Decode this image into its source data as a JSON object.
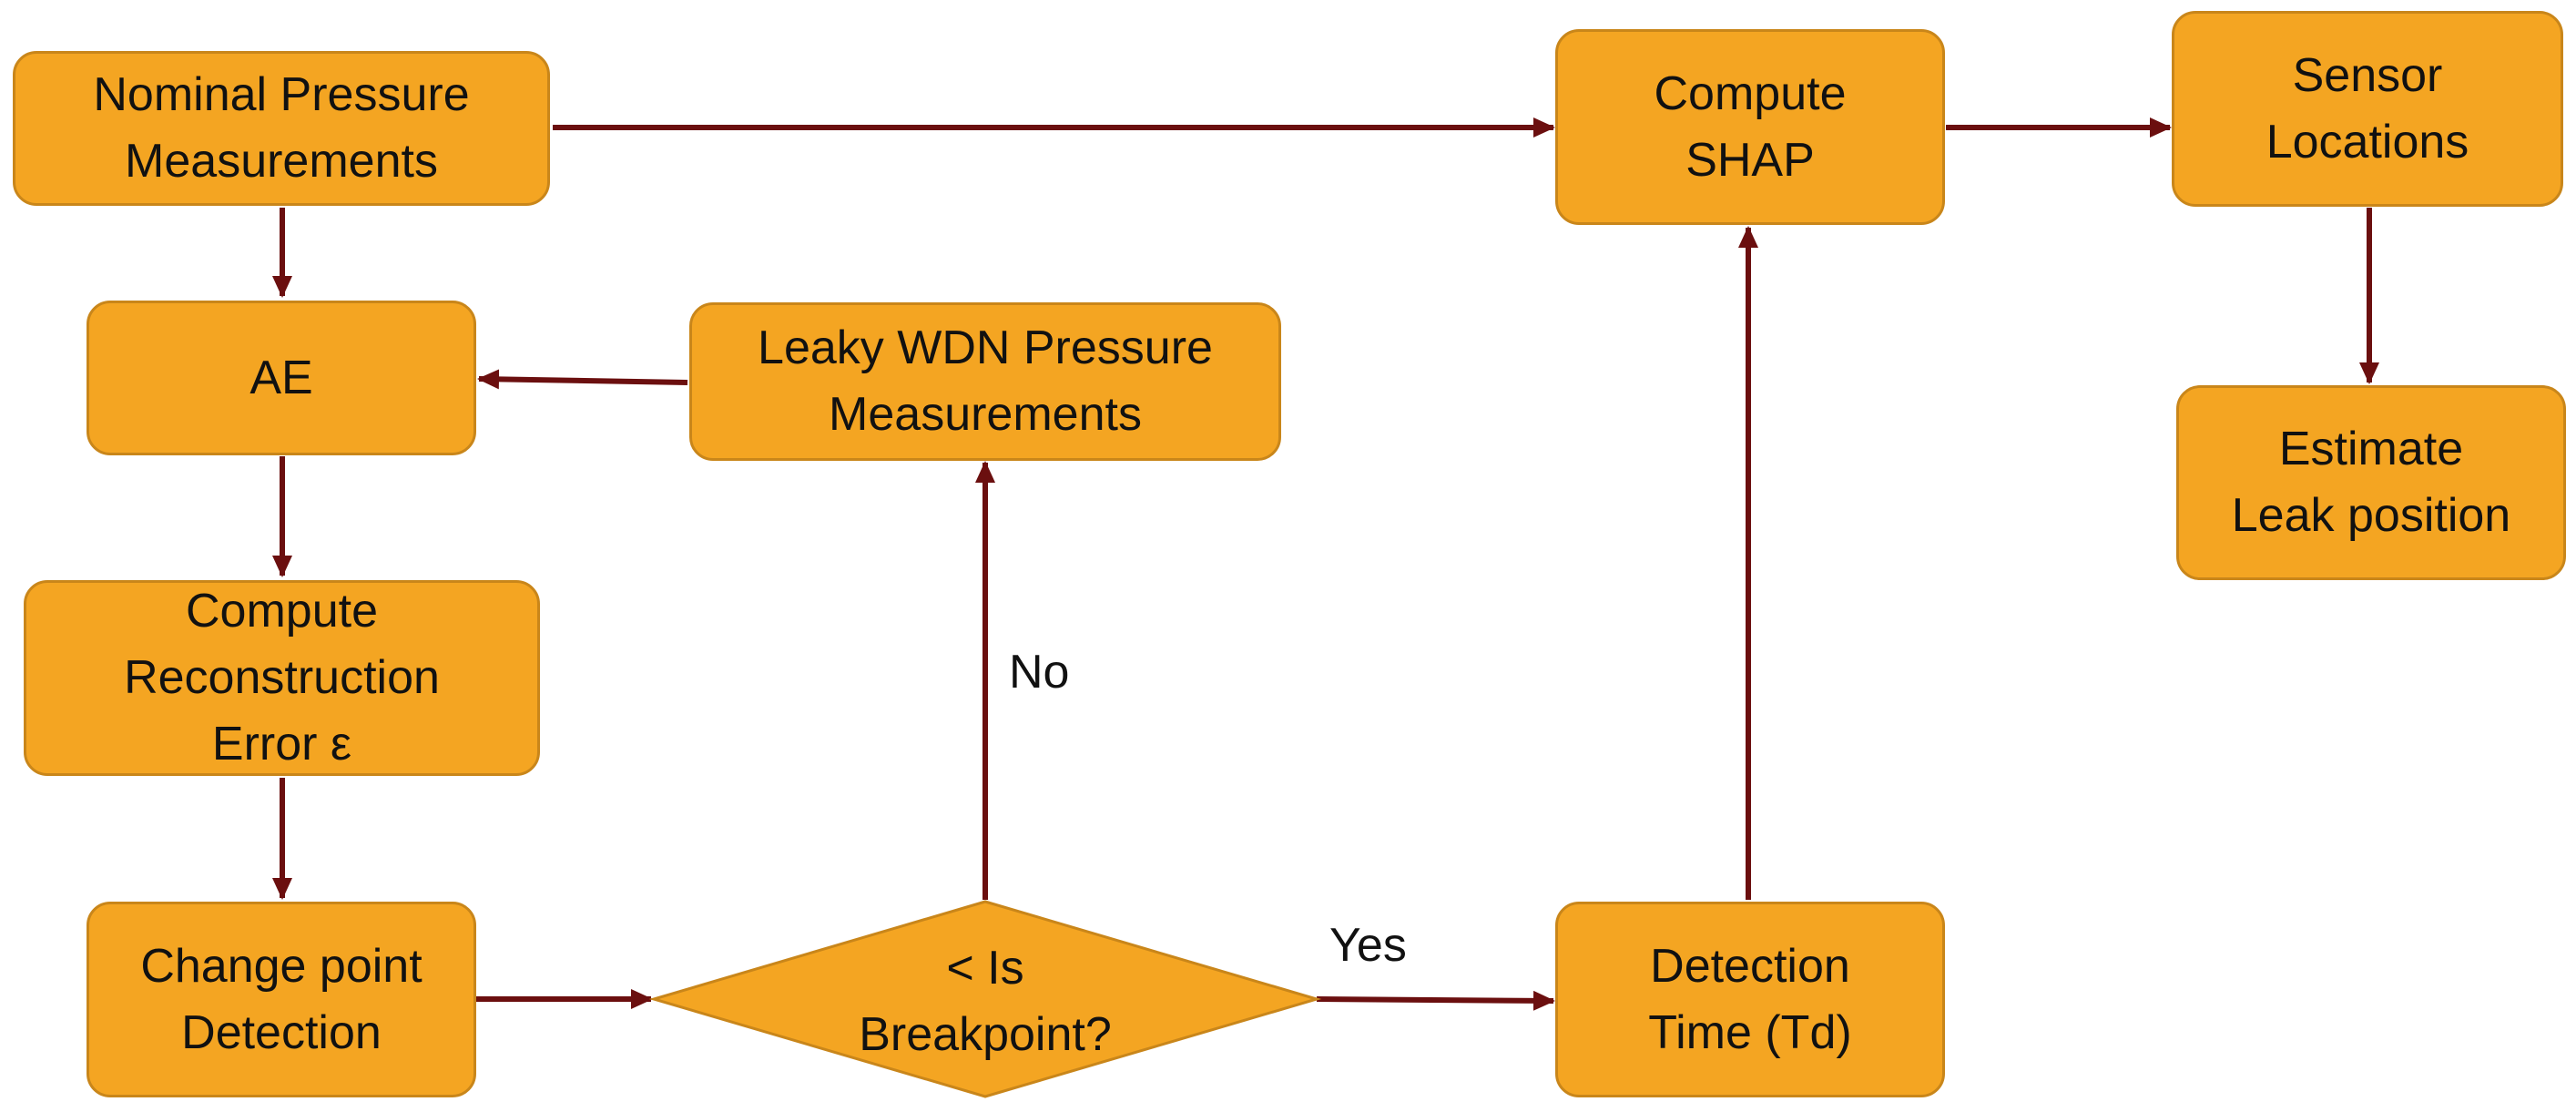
{
  "diagram": {
    "nodes": {
      "nominal": "Nominal Pressure\nMeasurements",
      "shap": "Compute\nSHAP",
      "sensor": "Sensor\nLocations",
      "ae": "AE",
      "leaky": "Leaky WDN Pressure\nMeasurements",
      "estimate": "Estimate\nLeak position",
      "recon": "Compute\nReconstruction\nError ε",
      "changepoint": "Change point\nDetection",
      "decision": "< Is\nBreakpoint?",
      "detection": "Detection\nTime (Td)"
    },
    "edge_labels": {
      "no": "No",
      "yes": "Yes"
    }
  },
  "colors": {
    "node_fill": "#F4A522",
    "node_border": "#C9861A",
    "arrow": "#6B0F0F"
  }
}
